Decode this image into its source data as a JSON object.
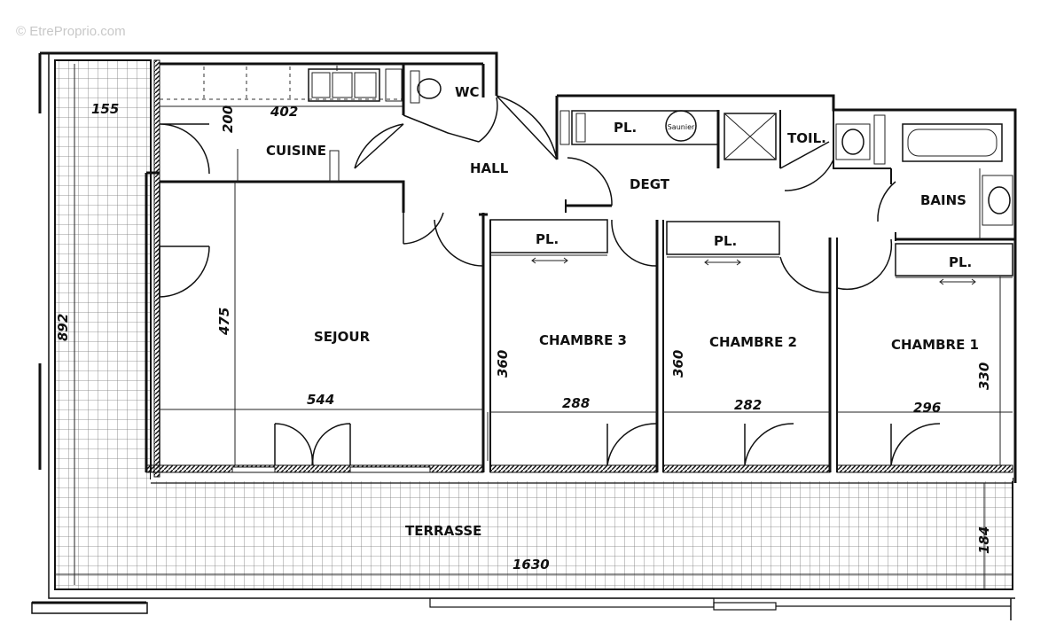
{
  "watermark": "© EtreProprio.com",
  "rooms": {
    "wc": "WC",
    "cuisine": "CUISINE",
    "hall": "HALL",
    "degt": "DEGT",
    "toil": "TOIL.",
    "bains": "BAINS",
    "sejour": "SEJOUR",
    "chambre3": "CHAMBRE 3",
    "chambre2": "CHAMBRE 2",
    "chambre1": "CHAMBRE 1",
    "terrasse": "TERRASSE"
  },
  "closets": {
    "degt": "PL.",
    "chambre3": "PL.",
    "chambre2": "PL.",
    "chambre1": "PL."
  },
  "dimensions": {
    "terrasse_left_width": "155",
    "terrasse_left_length": "892",
    "cuisine_depth": "200",
    "cuisine_length": "402",
    "sejour_depth": "475",
    "sejour_width": "544",
    "chambre3_depth": "360",
    "chambre3_width": "288",
    "chambre2_depth": "360",
    "chambre2_width": "282",
    "chambre1_depth": "330",
    "chambre1_width": "296",
    "terrasse_depth": "184",
    "terrasse_length": "1630"
  },
  "fixtures": {
    "water_heater_label": "Saunier"
  }
}
